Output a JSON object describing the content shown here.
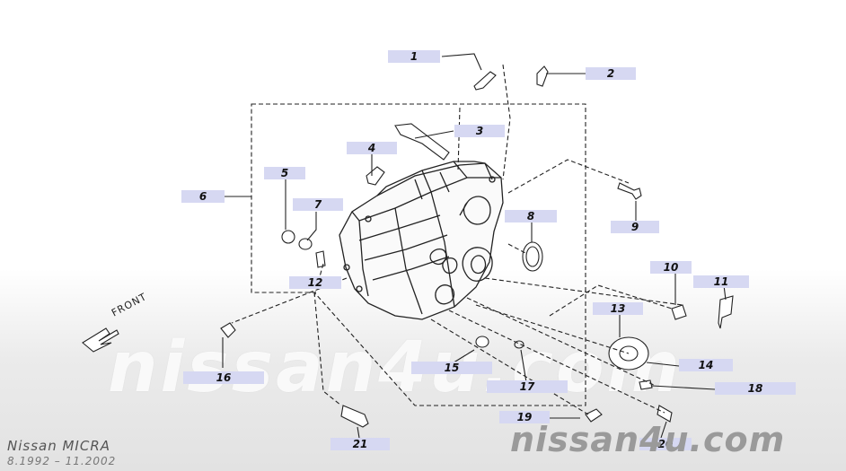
{
  "diagram": {
    "direction_label": "FRONT",
    "callouts": [
      {
        "id": "1",
        "label": "1"
      },
      {
        "id": "2",
        "label": "2"
      },
      {
        "id": "3",
        "label": "3"
      },
      {
        "id": "4",
        "label": "4"
      },
      {
        "id": "5",
        "label": "5"
      },
      {
        "id": "6",
        "label": "6"
      },
      {
        "id": "7",
        "label": "7"
      },
      {
        "id": "8",
        "label": "8"
      },
      {
        "id": "9",
        "label": "9"
      },
      {
        "id": "10",
        "label": "10"
      },
      {
        "id": "11",
        "label": "11"
      },
      {
        "id": "12",
        "label": "12"
      },
      {
        "id": "13",
        "label": "13"
      },
      {
        "id": "14",
        "label": "14"
      },
      {
        "id": "15",
        "label": "15"
      },
      {
        "id": "16",
        "label": "16"
      },
      {
        "id": "17",
        "label": "17"
      },
      {
        "id": "18",
        "label": "18"
      },
      {
        "id": "19",
        "label": "19"
      },
      {
        "id": "20",
        "label": "20"
      },
      {
        "id": "21",
        "label": "21"
      }
    ]
  },
  "footer": {
    "model": "Nissan MICRA",
    "period": "8.1992 – 11.2002"
  },
  "watermark": {
    "main": "nissan4u.com",
    "corner": "nissan4u.com"
  },
  "colors": {
    "callout_bg": "#d6d8f2",
    "line": "#222222"
  }
}
